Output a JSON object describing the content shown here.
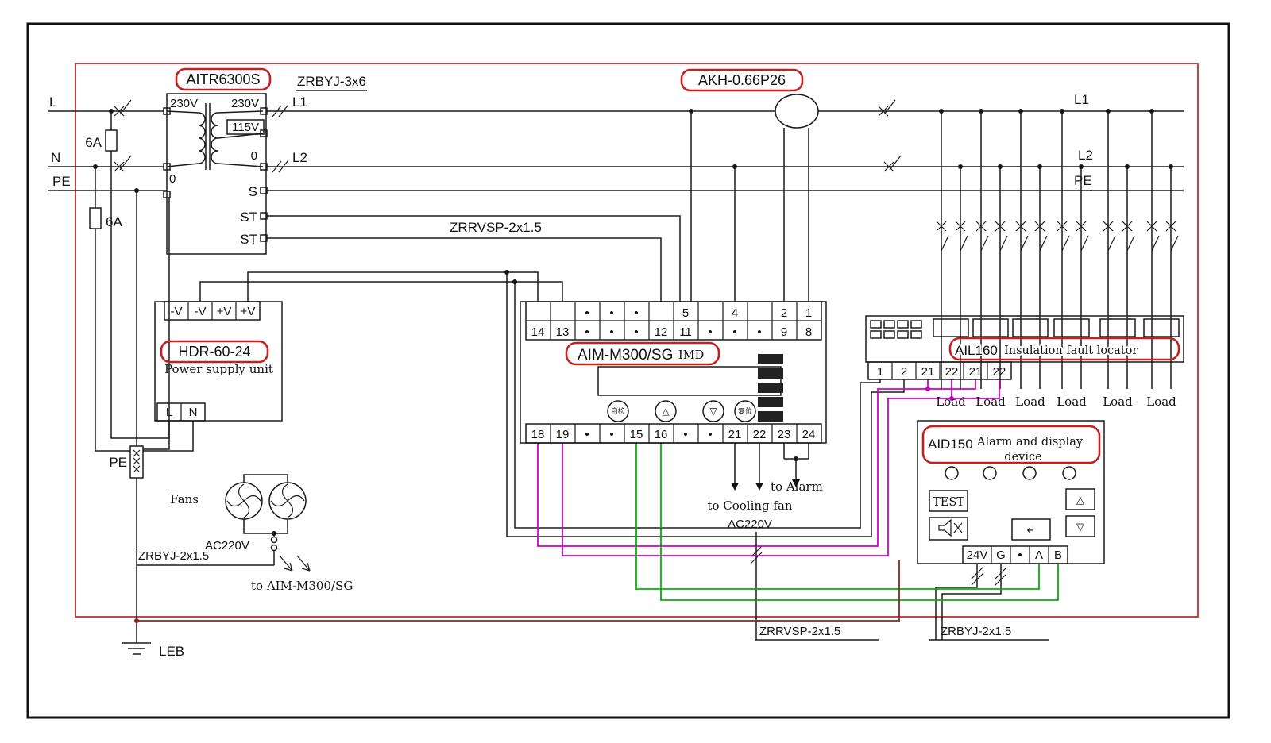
{
  "mains": {
    "l": "L",
    "n": "N",
    "pe": "PE",
    "fuse_l": "6A",
    "fuse_n": "6A"
  },
  "transformer": {
    "tag": "AITR6300S",
    "primary_v": "230V",
    "primary_0": "0",
    "sec_230": "230V",
    "sec_115": "115V",
    "sec_0": "0",
    "screen": "S",
    "st1": "ST",
    "st2": "ST",
    "out_l1": "L1",
    "out_l2": "L2",
    "cable": "ZRBYJ-3x6"
  },
  "ct": {
    "tag": "AKH-0.66P26"
  },
  "bus_right": {
    "l1": "L1",
    "l2": "L2",
    "pe": "PE"
  },
  "st_cable": "ZRRVSP-2x1.5",
  "psu": {
    "tag": "HDR-60-24",
    "subtitle": "Power supply unit",
    "top": [
      "-V",
      "-V",
      "+V",
      "+V"
    ],
    "bottom": [
      "L",
      "N"
    ]
  },
  "imd": {
    "tag": "AIM-M300/SG",
    "suffix": "IMD",
    "top_upper": [
      "",
      "",
      "•",
      "•",
      "•",
      "",
      "5",
      "",
      "4",
      "",
      "2",
      "1"
    ],
    "top_lower": [
      "14",
      "13",
      "•",
      "•",
      "•",
      "12",
      "11",
      "•",
      "•",
      "•",
      "9",
      "8"
    ],
    "bottom": [
      "18",
      "19",
      "•",
      "•",
      "15",
      "16",
      "•",
      "•",
      "21",
      "22",
      "23",
      "24"
    ],
    "btn_selfcheck": "自检",
    "btn_up": "△",
    "btn_down": "▽",
    "btn_reset": "复位"
  },
  "ail": {
    "tag": "AIL160",
    "subtitle": "Insulation fault locator",
    "terminals": [
      "1",
      "2",
      "21",
      "22",
      "21",
      "22"
    ],
    "loads": [
      "Load",
      "Load",
      "Load",
      "Load",
      "Load",
      "Load"
    ]
  },
  "aid": {
    "tag": "AID150",
    "subtitle_line1": "Alarm and display",
    "subtitle_line2": "device",
    "btn_test": "TEST",
    "btn_enter": "↵",
    "btn_up": "△",
    "btn_down": "▽",
    "terminals": [
      "24V",
      "G",
      "•",
      "A",
      "B"
    ]
  },
  "notes": {
    "pe_block": "PE",
    "fans": "Fans",
    "fans_ac": "AC220V",
    "fan_cable": "ZRBYJ-2x1.5",
    "to_imd": "to AIM-M300/SG",
    "leb": "LEB",
    "to_alarm": "to Alarm",
    "to_fan": "to Cooling fan",
    "to_fan_ac": "AC220V",
    "cable_alarm": "ZRRVSP-2x1.5",
    "cable_aid": "ZRBYJ-2x1.5"
  },
  "colors": {
    "enclosure": "#c03030",
    "tag_box": "#c42020",
    "wire_magenta": "#cc00cc",
    "wire_green": "#00b400",
    "wire_darkred": "#8b2222"
  }
}
